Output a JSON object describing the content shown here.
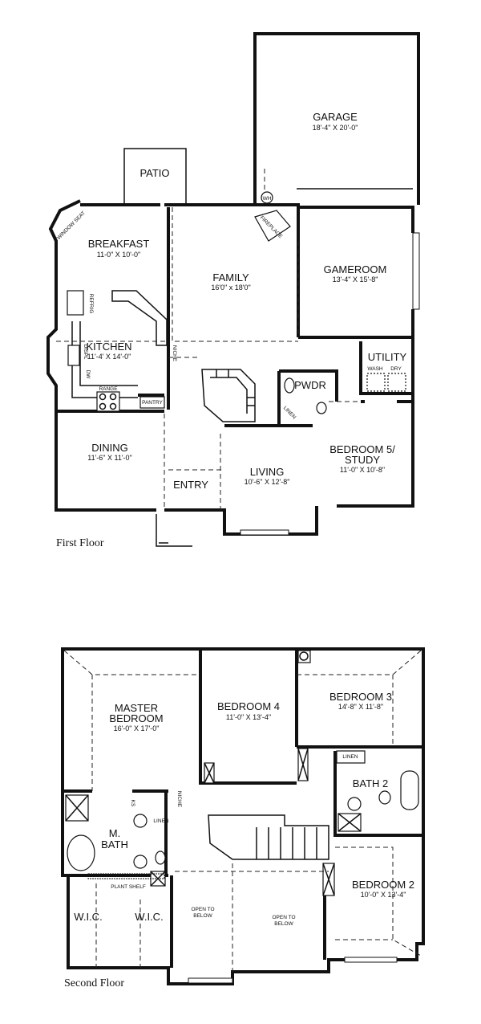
{
  "first_floor": {
    "caption": "First Floor",
    "rooms": {
      "garage": {
        "name": "GARAGE",
        "size": "18'-4\" X 20'-0\""
      },
      "patio": {
        "name": "PATIO"
      },
      "breakfast": {
        "name": "BREAKFAST",
        "size": "11-0\" X 10'-0\""
      },
      "family": {
        "name": "FAMILY",
        "size": "16'0\" x 18'0\""
      },
      "gameroom": {
        "name": "GAMEROOM",
        "size": "13'-4\" X 15'-8\""
      },
      "kitchen": {
        "name": "KITCHEN",
        "size": "11'-4' X 14'-0\""
      },
      "utility": {
        "name": "UTILITY",
        "wash": "WASH",
        "dry": "DRY"
      },
      "powder": {
        "name": "PWDR"
      },
      "dining": {
        "name": "DINING",
        "size": "11'-6\" X 11'-0\""
      },
      "entry": {
        "name": "ENTRY"
      },
      "living": {
        "name": "LIVING",
        "size": "10'-6\" X 12'-8\""
      },
      "bedroom5": {
        "name_line1": "BEDROOM 5/",
        "name_line2": "STUDY",
        "size": "11'-0\" X 10'-8\""
      }
    },
    "fixtures": {
      "window_seat": "WINDOW SEAT",
      "refrig": "REFRIG",
      "displ": "DISPL",
      "dw": "DW",
      "range": "RANGE",
      "pantry": "PANTRY",
      "niche": "NICHE",
      "fireplace": "FIREPLACE",
      "wh": "WH",
      "linen": "LINEN"
    }
  },
  "second_floor": {
    "caption": "Second Floor",
    "rooms": {
      "master": {
        "name_line1": "MASTER",
        "name_line2": "BEDROOM",
        "size": "16'-0\" X 17'-0\""
      },
      "bedroom4": {
        "name": "BEDROOM 4",
        "size": "11'-0\" X 13'-4\""
      },
      "bedroom3": {
        "name": "BEDROOM 3",
        "size": "14'-8\" X 11'-8\""
      },
      "bath2": {
        "name": "BATH 2"
      },
      "mbath": {
        "name_line1": "M.",
        "name_line2": "BATH"
      },
      "wic1": {
        "name": "W.I.C."
      },
      "wic2": {
        "name": "W.I.C."
      },
      "open1": {
        "line1": "OPEN TO",
        "line2": "BELOW"
      },
      "open2": {
        "line1": "OPEN TO",
        "line2": "BELOW"
      },
      "bedroom2": {
        "name": "BEDROOM 2",
        "size": "10'-0\" X 13'-4\""
      }
    },
    "fixtures": {
      "linen_bath2": "LINEN",
      "linen_mbath": "LINEN",
      "ks": "KS",
      "niche": "NICHE",
      "plant_shelf": "PLANT SHELF"
    }
  }
}
